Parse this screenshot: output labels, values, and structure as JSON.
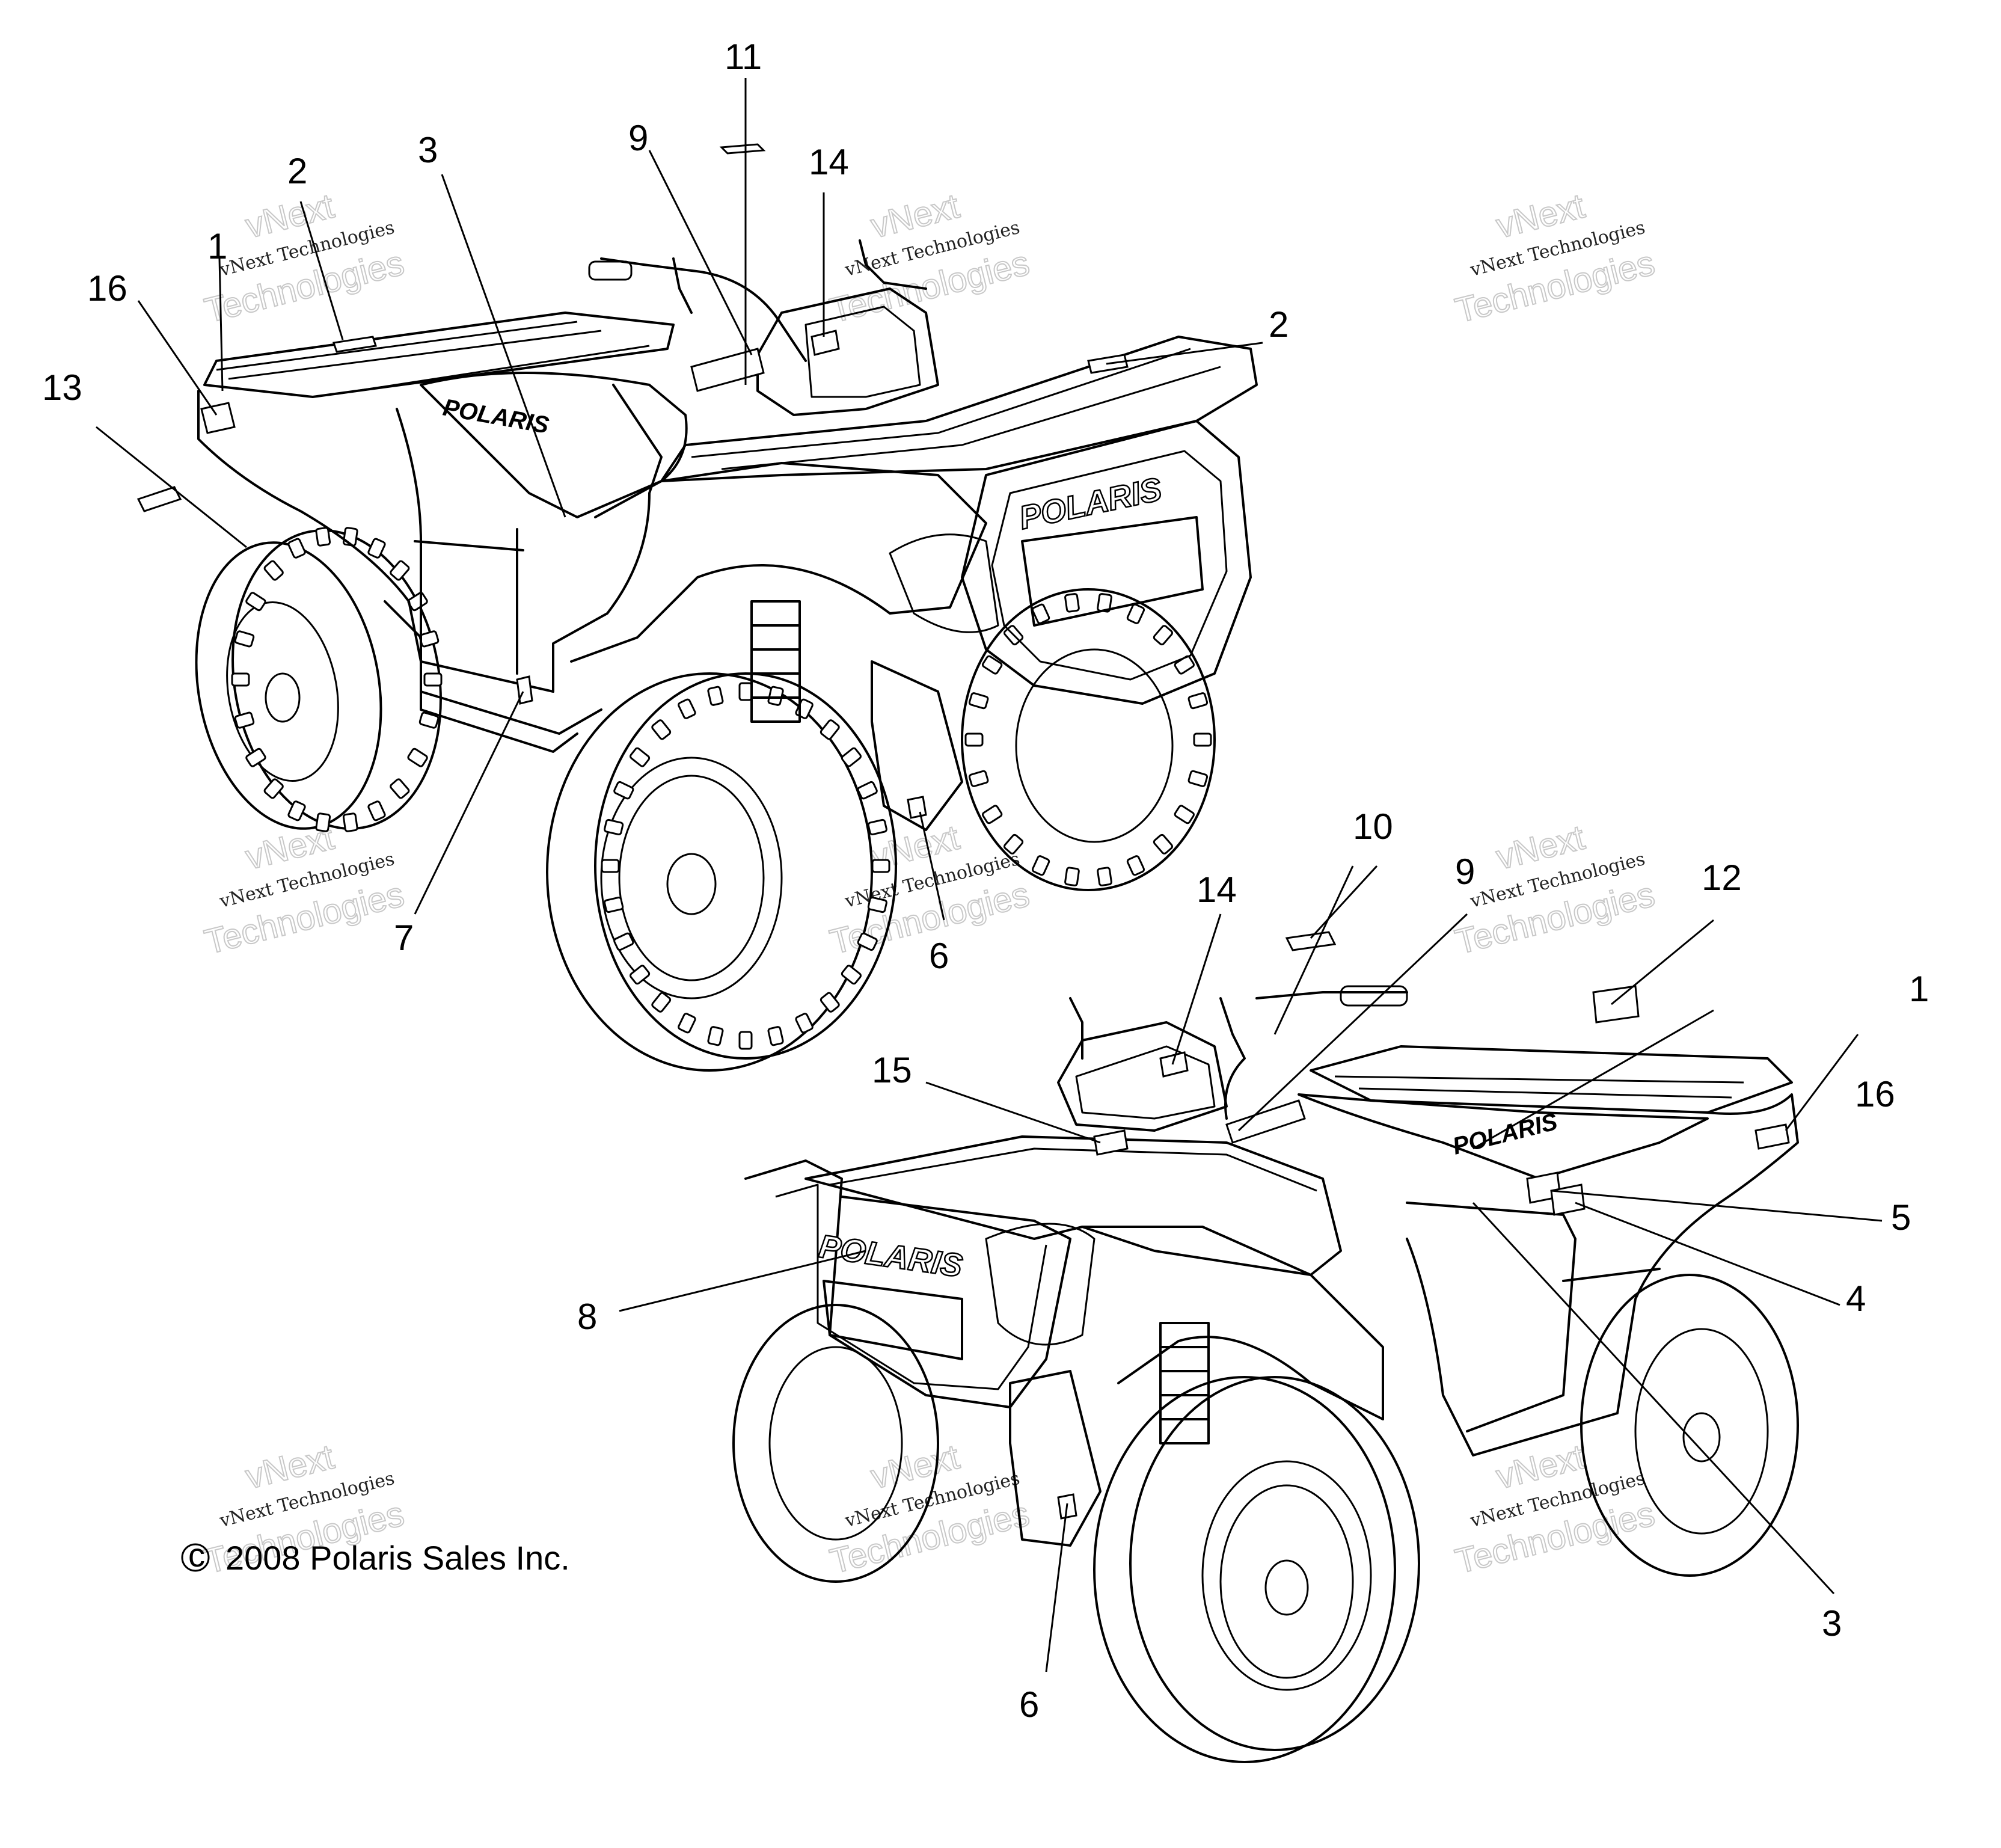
{
  "callouts": {
    "c1_top": "1",
    "c2_top": "2",
    "c3_top": "3",
    "c9_top": "9",
    "c11_top": "11",
    "c14_top": "14",
    "c16_top": "16",
    "c13_top": "13",
    "c2_right": "2",
    "c7": "7",
    "c6_top": "6",
    "c10": "10",
    "c14_bottom": "14",
    "c9_bottom": "9",
    "c12": "12",
    "c1_bottom": "1",
    "c15": "15",
    "c16_bottom": "16",
    "c5": "5",
    "c4": "4",
    "c8": "8",
    "c3_bottom": "3",
    "c6_bottom": "6"
  },
  "decals": {
    "brand_front": "POLARIS",
    "brand_side": "POLARIS"
  },
  "watermark": {
    "line1": "vNext Technologies",
    "line2": "vNext",
    "line3": "Technologies"
  },
  "copyright": {
    "symbol": "c",
    "text": "2008 Polaris Sales Inc."
  }
}
